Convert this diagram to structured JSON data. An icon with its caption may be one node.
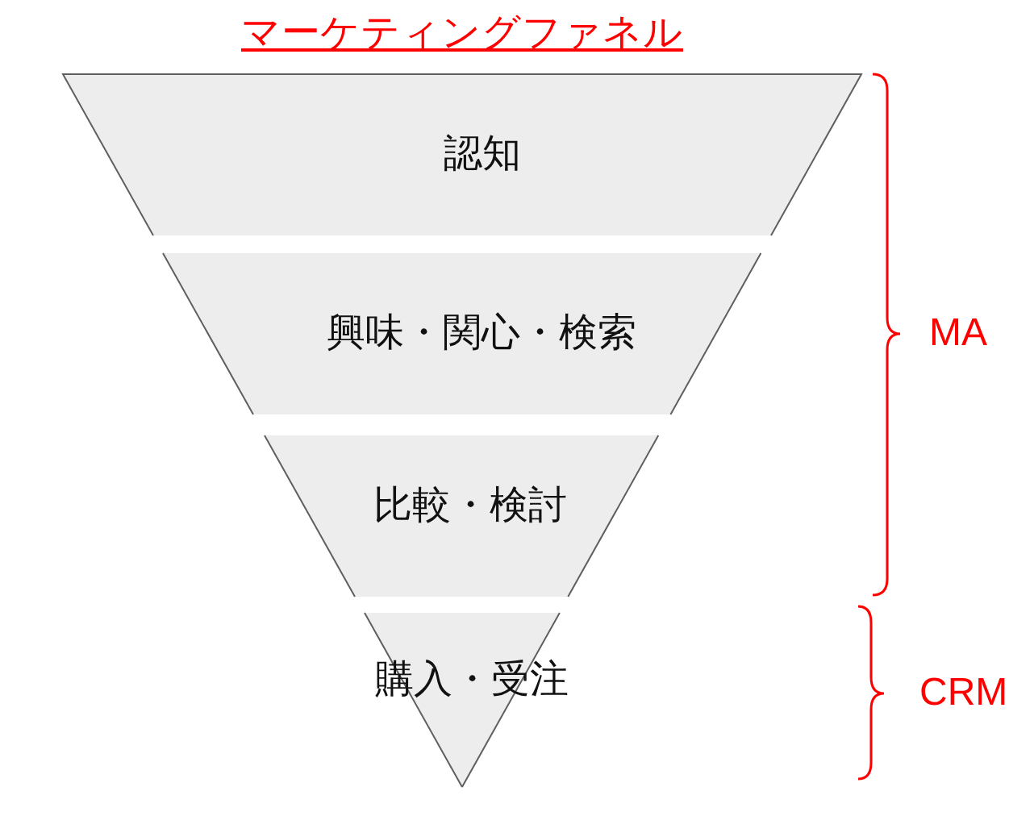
{
  "diagram": {
    "title": "マーケティングファネル",
    "nodes": [
      {
        "text": [
          "認知"
        ]
      },
      {
        "text": [
          "興味・関心・検索"
        ]
      },
      {
        "text": [
          "比較・検討"
        ]
      },
      {
        "text": [
          "購入・受注"
        ]
      }
    ],
    "labels": [
      "MA",
      "CRM"
    ]
  }
}
